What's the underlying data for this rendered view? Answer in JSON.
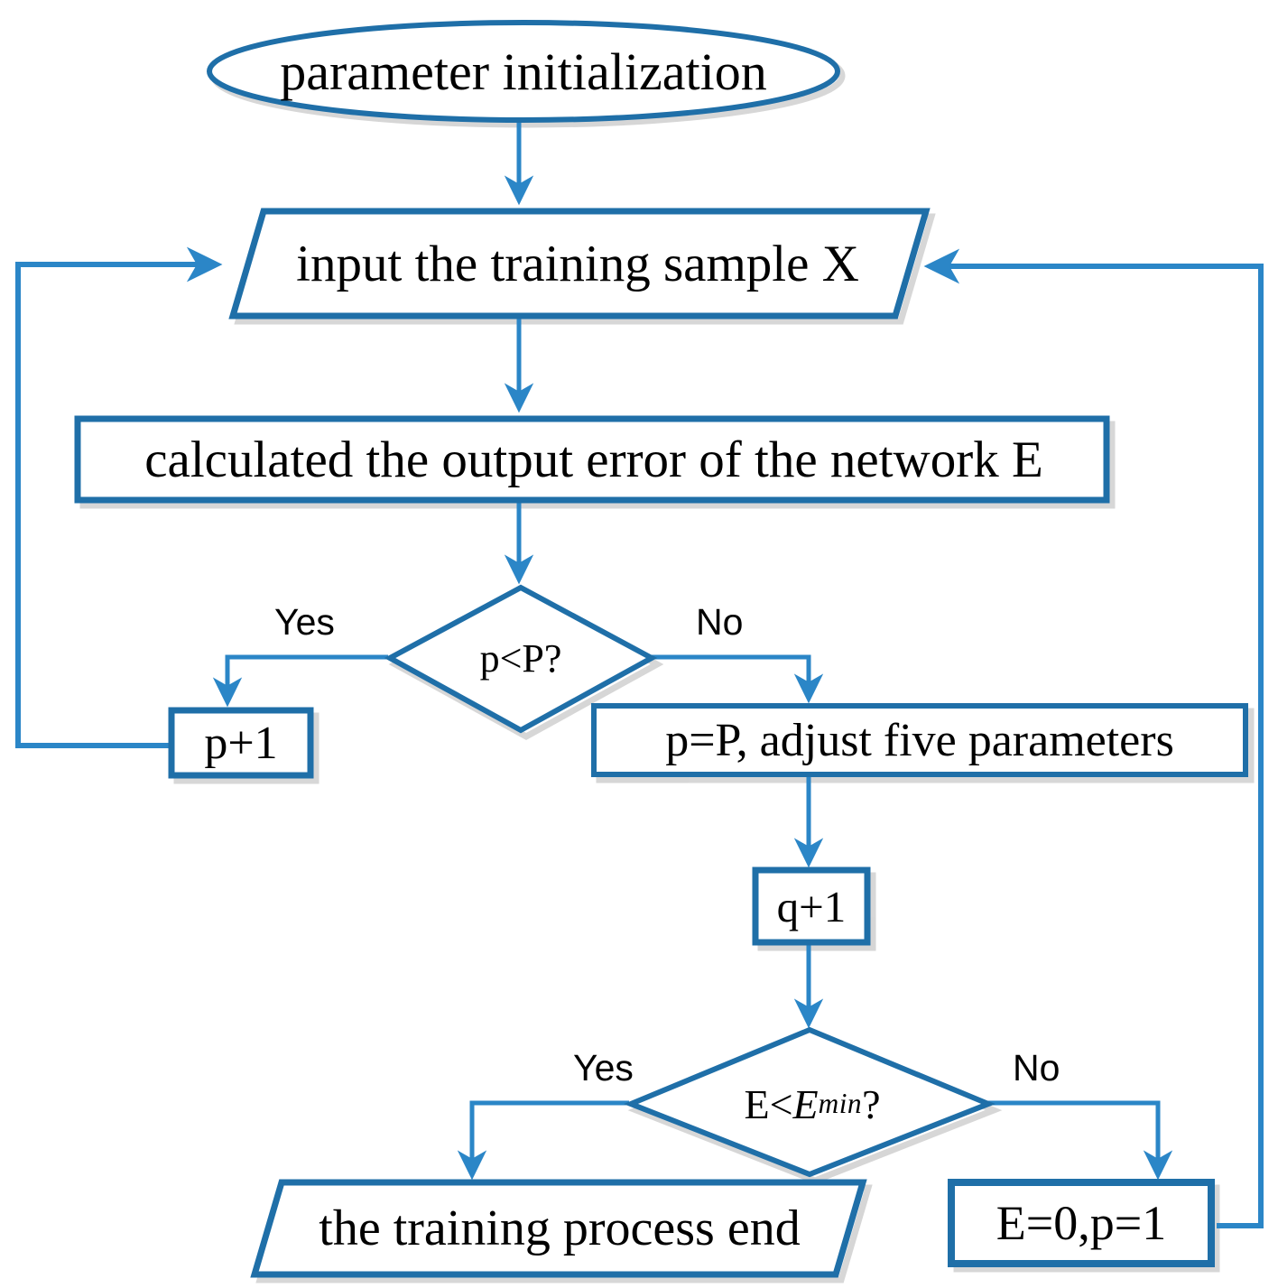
{
  "diagram": {
    "title": "neural network training process flowchart",
    "colors": {
      "stroke": "#1F6FA8",
      "shadow": "#c9c9c9",
      "text": "#000000",
      "background": "#ffffff"
    },
    "nodes": {
      "start": {
        "shape": "ellipse",
        "label": "parameter initialization"
      },
      "input_sample": {
        "shape": "parallelogram",
        "label": "input the training sample X"
      },
      "calc_error": {
        "shape": "rectangle",
        "label": "calculated the output error of the network E"
      },
      "decision_p": {
        "shape": "diamond",
        "label": "p<P?"
      },
      "p_plus_1": {
        "shape": "rectangle",
        "label": "p+1"
      },
      "adjust_params": {
        "shape": "rectangle",
        "label": "p=P, adjust five  parameters"
      },
      "q_plus_1": {
        "shape": "rectangle",
        "label": "q+1"
      },
      "decision_e": {
        "shape": "diamond",
        "label_prefix": "E<",
        "label_var": "E",
        "label_sub": "min",
        "label_suffix": "?"
      },
      "training_end": {
        "shape": "parallelogram",
        "label": "the training  process end"
      },
      "reset": {
        "shape": "rectangle",
        "label": "E=0,p=1"
      }
    },
    "edge_labels": {
      "p_yes": "Yes",
      "p_no": "No",
      "e_yes": "Yes",
      "e_no": "No"
    }
  }
}
